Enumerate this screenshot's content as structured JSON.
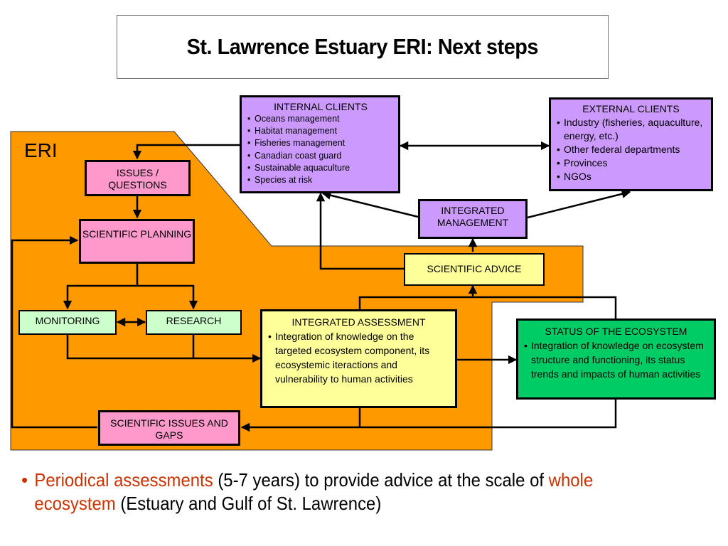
{
  "title": "St. Lawrence Estuary ERI: Next steps",
  "region_label": "ERI",
  "boxes": {
    "issues_questions": "ISSUES / QUESTIONS",
    "scientific_planning": "SCIENTIFIC PLANNING",
    "monitoring": "MONITORING",
    "research": "RESEARCH",
    "scientific_issues_gaps": "SCIENTIFIC ISSUES AND GAPS",
    "scientific_advice": "SCIENTIFIC ADVICE",
    "integrated_management": "INTEGRATED MANAGEMENT",
    "internal_clients": {
      "heading": "INTERNAL CLIENTS",
      "items": [
        "Oceans management",
        "Habitat management",
        "Fisheries management",
        "Canadian coast guard",
        "Sustainable aquaculture",
        "Species at risk"
      ]
    },
    "external_clients": {
      "heading": "EXTERNAL CLIENTS",
      "items": [
        "Industry (fisheries, aquaculture, energy, etc.)",
        "Other federal departments",
        "Provinces",
        "NGOs"
      ]
    },
    "integrated_assessment": {
      "heading": "INTEGRATED ASSESSMENT",
      "items": [
        "Integration of knowledge on the targeted ecosystem component, its ecosystemic iteractions and vulnerability to human activities"
      ]
    },
    "status_ecosystem": {
      "heading": "STATUS OF THE ECOSYSTEM",
      "items": [
        "Integration of knowledge on ecosystem structure and functioning, its status trends and impacts of human activities"
      ]
    }
  },
  "footer": {
    "bullet": "•",
    "part1": "Periodical assessments",
    "part2": " (5-7 years) to provide advice at the scale of ",
    "part3": "whole ecosystem",
    "part4": " (Estuary and Gulf of St. Lawrence)"
  },
  "colors": {
    "eri_region": "#ff9900",
    "pink_box": "#ff99cc",
    "light_green_box": "#ccffcc",
    "yellow_box": "#ffff99",
    "purple_box": "#cc99ff",
    "green_box": "#00cc66",
    "highlight_text": "#cc3300"
  }
}
